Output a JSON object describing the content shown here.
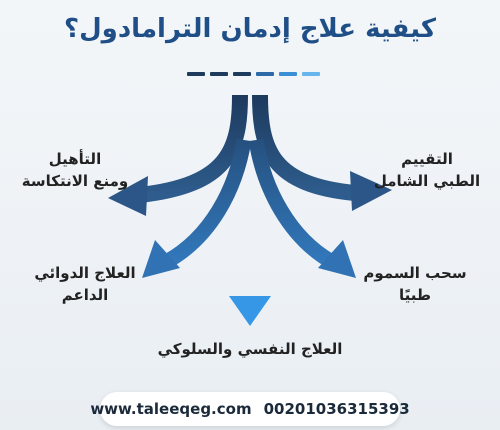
{
  "title": "كيفية علاج إدمان الترامادول؟",
  "colors": {
    "title": "#1f4f86",
    "arrow_dark": "#24466d",
    "arrow_mid": "#2f6fae",
    "arrow_light": "#2f8fdc",
    "divider": [
      "#1e3a5c",
      "#1e3a5c",
      "#1e3a5c",
      "#2c6aa8",
      "#3a8fd6",
      "#69b6ee"
    ]
  },
  "labels": {
    "top_left_1": "التأهيل",
    "top_left_2": "ومنع الانتكاسة",
    "top_right_1": "التقييم",
    "top_right_2": "الطبي الشامل",
    "mid_left_1": "العلاج الدوائي",
    "mid_left_2": "الداعم",
    "mid_right_1": "سحب السموم",
    "mid_right_2": "طبيًا",
    "bottom": "العلاج النفسي والسلوكي"
  },
  "footer": {
    "website": "www.taleeqeg.com",
    "phone": "00201036315393",
    "logo_icon": "person-leaf-logo"
  }
}
